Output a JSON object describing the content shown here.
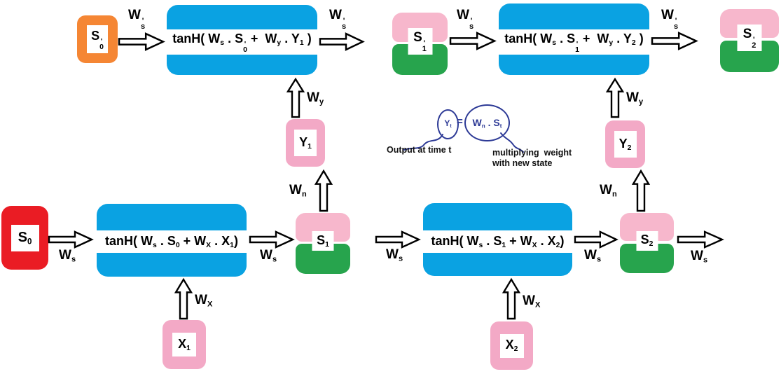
{
  "palette": {
    "blue": "#0AA2E2",
    "pink": "#F3A9C6",
    "pink_soft": "#F7B7CC",
    "green": "#27A44D",
    "red": "#EA1C24",
    "orange": "#F58634",
    "ink": "#2D3A96"
  },
  "labels": {
    "ws_prime": [
      [
        "t",
        "W"
      ],
      [
        "ps",
        "s"
      ]
    ],
    "ws": [
      [
        "t",
        "W"
      ],
      [
        "s",
        "s"
      ]
    ],
    "wy": [
      [
        "t",
        "W"
      ],
      [
        "s",
        "y"
      ]
    ],
    "wn": [
      [
        "t",
        "W"
      ],
      [
        "s",
        "n"
      ]
    ],
    "wx": [
      [
        "t",
        "W"
      ],
      [
        "s",
        "X"
      ]
    ]
  },
  "nodes": {
    "s0_prime": [
      [
        "t",
        "S"
      ],
      [
        "ps",
        "0"
      ]
    ],
    "s1_prime": [
      [
        "t",
        "S"
      ],
      [
        "ps",
        "1"
      ]
    ],
    "s2_prime": [
      [
        "t",
        "S"
      ],
      [
        "ps",
        "2"
      ]
    ],
    "s0": [
      [
        "t",
        "S"
      ],
      [
        "s",
        "0"
      ]
    ],
    "s1": [
      [
        "t",
        "S"
      ],
      [
        "s",
        "1"
      ]
    ],
    "s2": [
      [
        "t",
        "S"
      ],
      [
        "s",
        "2"
      ]
    ],
    "y1": [
      [
        "t",
        "Y"
      ],
      [
        "s",
        "1"
      ]
    ],
    "y2": [
      [
        "t",
        "Y"
      ],
      [
        "s",
        "2"
      ]
    ],
    "x1": [
      [
        "t",
        "X"
      ],
      [
        "s",
        "1"
      ]
    ],
    "x2": [
      [
        "t",
        "X"
      ],
      [
        "s",
        "2"
      ]
    ]
  },
  "equations": {
    "top1": [
      [
        "t",
        "tanH( W"
      ],
      [
        "s",
        "s"
      ],
      [
        "t",
        " . S"
      ],
      [
        "ps",
        "0"
      ],
      [
        "t",
        " +  W"
      ],
      [
        "s",
        "y"
      ],
      [
        "t",
        " . Y"
      ],
      [
        "s",
        "1"
      ],
      [
        "t",
        " )"
      ]
    ],
    "top2": [
      [
        "t",
        "tanH( W"
      ],
      [
        "s",
        "s"
      ],
      [
        "t",
        " . S"
      ],
      [
        "ps",
        "1"
      ],
      [
        "t",
        " +  W"
      ],
      [
        "s",
        "y"
      ],
      [
        "t",
        " . Y"
      ],
      [
        "s",
        "2"
      ],
      [
        "t",
        " )"
      ]
    ],
    "bottom1": [
      [
        "t",
        "tanH( W"
      ],
      [
        "s",
        "s"
      ],
      [
        "t",
        " . S"
      ],
      [
        "s",
        "0"
      ],
      [
        "t",
        " + W"
      ],
      [
        "s",
        "X"
      ],
      [
        "t",
        " . X"
      ],
      [
        "s",
        "1"
      ],
      [
        "t",
        ")"
      ]
    ],
    "bottom2": [
      [
        "t",
        "tanH( W"
      ],
      [
        "s",
        "s"
      ],
      [
        "t",
        " . S"
      ],
      [
        "s",
        "1"
      ],
      [
        "t",
        " + W"
      ],
      [
        "s",
        "X"
      ],
      [
        "t",
        " . X"
      ],
      [
        "s",
        "2"
      ],
      [
        "t",
        ")"
      ]
    ]
  },
  "annotation": {
    "formula_lhs": [
      [
        "t",
        "Y"
      ],
      [
        "s",
        "t"
      ]
    ],
    "equals": "=",
    "formula_rhs": [
      [
        "t",
        "W"
      ],
      [
        "s",
        "n"
      ],
      [
        "t",
        " . S"
      ],
      [
        "s",
        "t"
      ]
    ],
    "callout_left": "Output at time t",
    "callout_right_line1": "multiplying  weight",
    "callout_right_line2": "with new state"
  }
}
